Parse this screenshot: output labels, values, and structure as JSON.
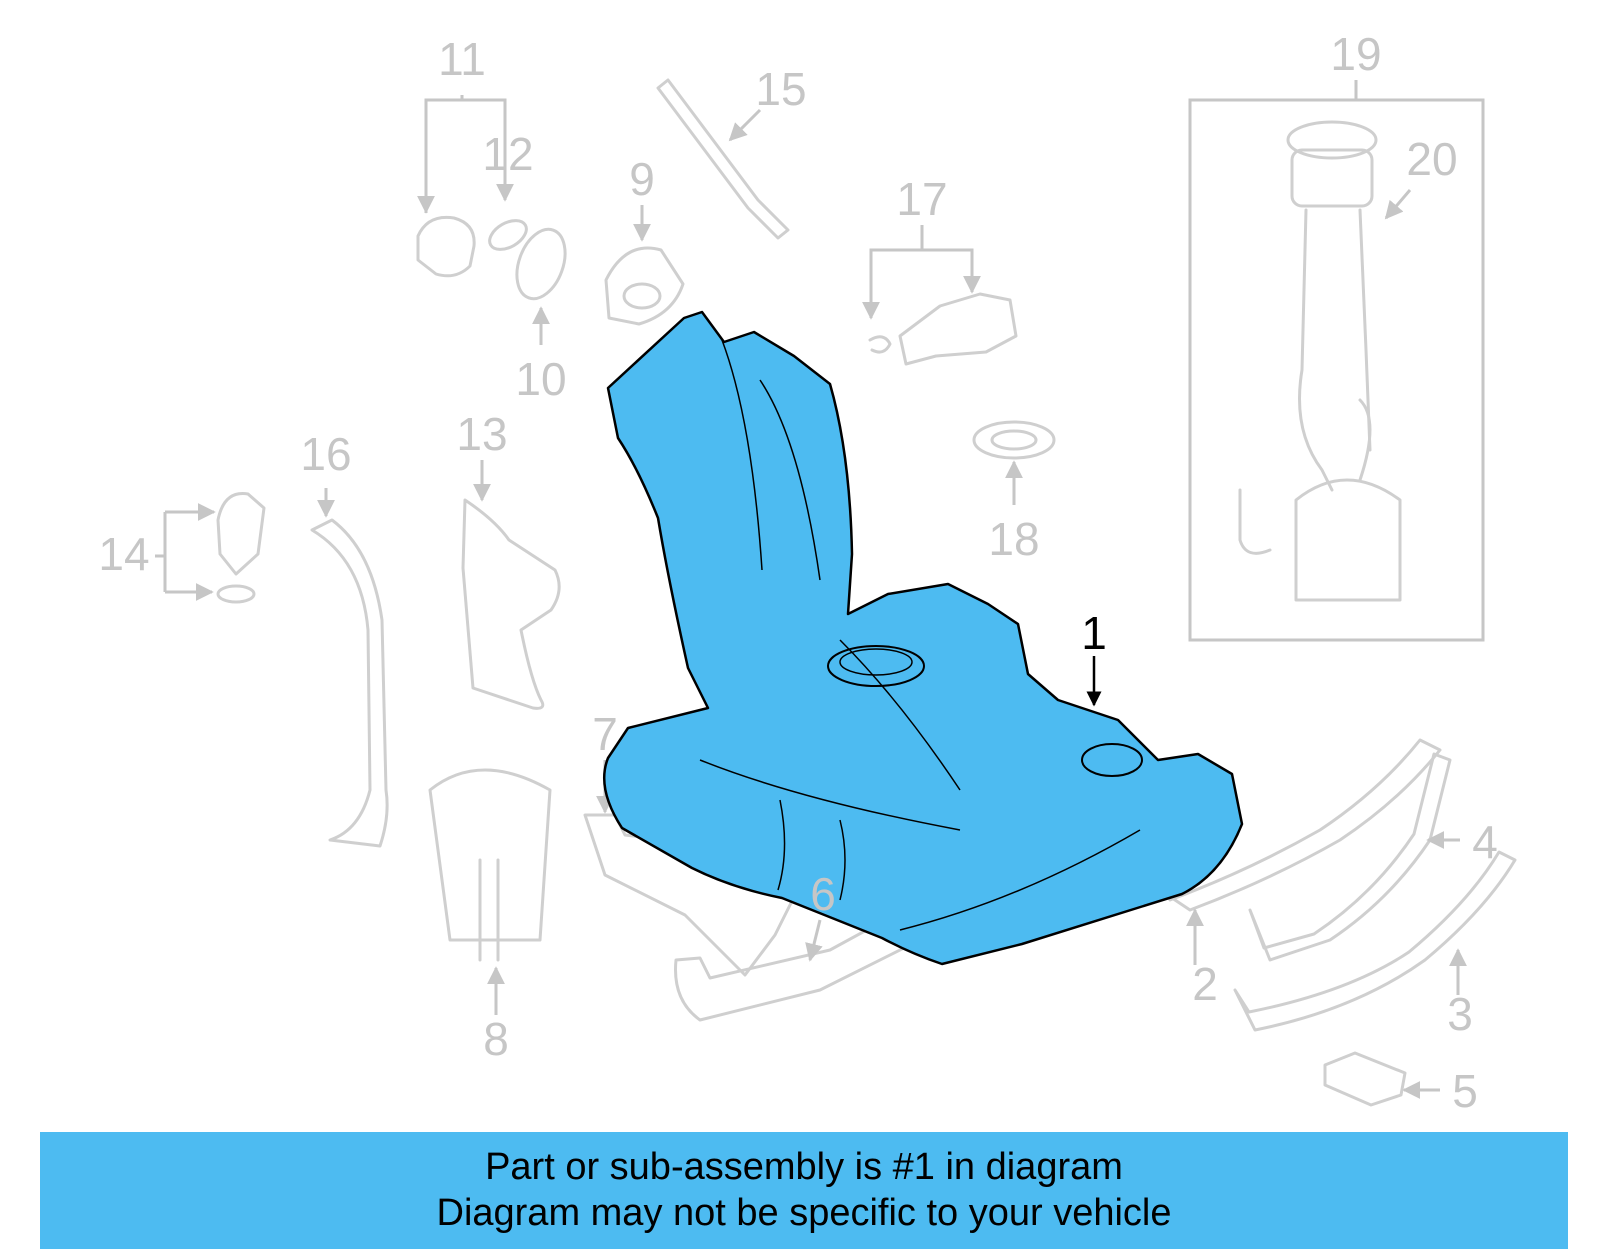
{
  "callouts": {
    "c1": "1",
    "c2": "2",
    "c3": "3",
    "c4": "4",
    "c5": "5",
    "c6": "6",
    "c7": "7",
    "c8": "8",
    "c9": "9",
    "c10": "10",
    "c11": "11",
    "c12": "12",
    "c13": "13",
    "c14": "14",
    "c15": "15",
    "c16": "16",
    "c17": "17",
    "c18": "18",
    "c19": "19",
    "c20": "20"
  },
  "banner": {
    "line1": "Part or sub-assembly is #1 in diagram",
    "line2": "Diagram may not be specific to your vehicle"
  },
  "colors": {
    "highlight": "#4dbbf1",
    "ghost_parts": "#cfcfcf"
  }
}
